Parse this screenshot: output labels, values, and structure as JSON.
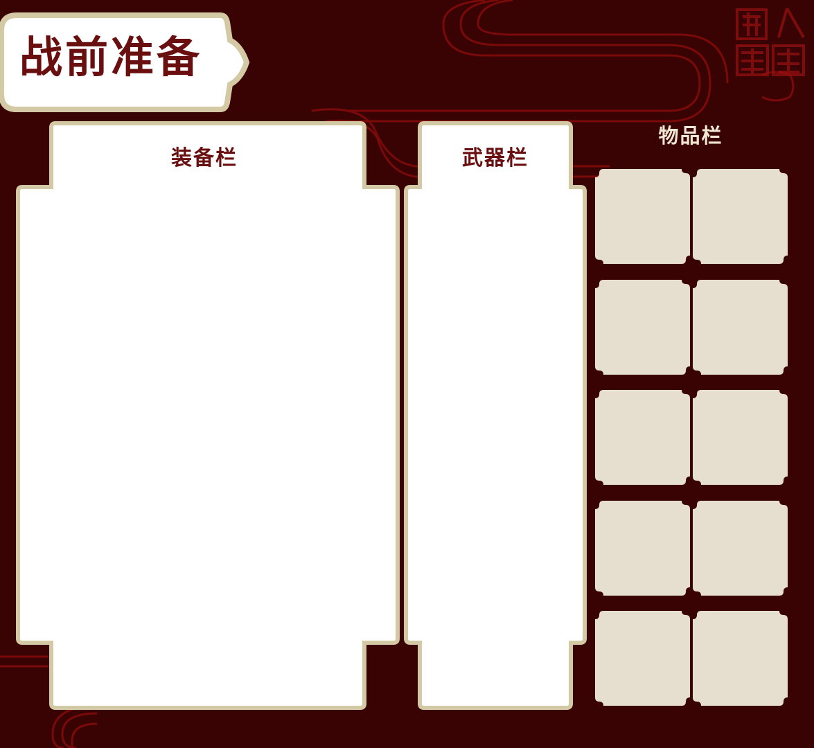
{
  "screen": {
    "title": "战前准备",
    "colors": {
      "background": "#3a0303",
      "accent_red": "#8c0a0a",
      "panel_fill": "#ffffff",
      "panel_border": "#d3c9a4",
      "slot_fill": "#e6dfcf",
      "label_dark": "#6a0f0f",
      "label_light": "#efe7d3"
    }
  },
  "panels": {
    "equipment": {
      "label": "装备栏",
      "icon": "equipment-panel"
    },
    "weapon": {
      "label": "武器栏",
      "icon": "weapon-panel"
    }
  },
  "inventory": {
    "label": "物品栏",
    "rows": 5,
    "columns": 2,
    "slots": [
      {
        "id": 1,
        "item": null
      },
      {
        "id": 2,
        "item": null
      },
      {
        "id": 3,
        "item": null
      },
      {
        "id": 4,
        "item": null
      },
      {
        "id": 5,
        "item": null
      },
      {
        "id": 6,
        "item": null
      },
      {
        "id": 7,
        "item": null
      },
      {
        "id": 8,
        "item": null
      },
      {
        "id": 9,
        "item": null
      },
      {
        "id": 10,
        "item": null
      }
    ]
  },
  "decorations": {
    "corner_stamp": {
      "icon": "seal-stamp-icon",
      "text": ""
    }
  }
}
